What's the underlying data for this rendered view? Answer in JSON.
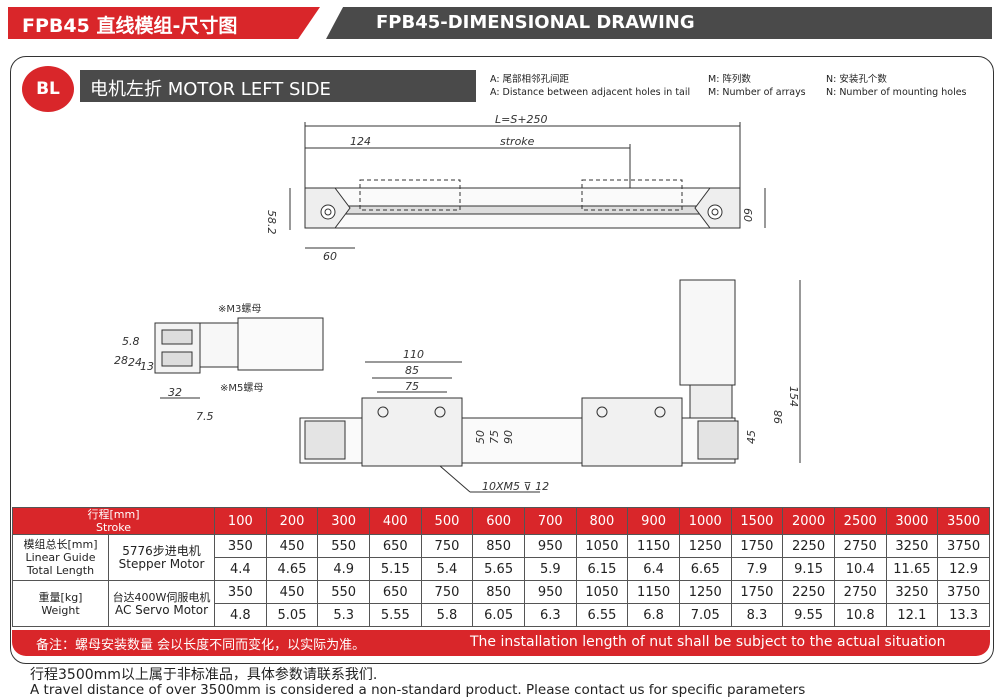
{
  "header": {
    "title_cn": "FPB45 直线模组-尺寸图",
    "title_en": "FPB45-DIMENSIONAL DRAWING"
  },
  "section": {
    "badge": "BL",
    "title": "电机左折   MOTOR LEFT SIDE"
  },
  "legend": [
    {
      "cn": "A:  尾部相邻孔间距",
      "en": "A:  Distance between adjacent holes in tail"
    },
    {
      "cn": "M:  阵列数",
      "en": "M:  Number of arrays"
    },
    {
      "cn": "N:  安装孔个数",
      "en": "N:  Number of mounting holes"
    }
  ],
  "drawing_labels": {
    "l_total": "L=S+250",
    "d124": "124",
    "stroke": "stroke",
    "h582": "58.2",
    "d60a": "60",
    "d60b": "60",
    "m3": "※M3螺母",
    "m5": "※M5螺母",
    "d58": "5.8",
    "d28": "28",
    "d24": "24",
    "d13": "13",
    "d32": "32",
    "d75": "7.5",
    "d110": "110",
    "d85": "85",
    "d75b": "75",
    "d50": "50",
    "d75c": "75",
    "d90": "90",
    "d45": "45",
    "d98": "98",
    "d154": "154",
    "holes": "10XM5 ⊽ 12"
  },
  "table": {
    "stroke_label_cn": "行程[mm]",
    "stroke_label_en": "Stroke",
    "strokes": [
      "100",
      "200",
      "300",
      "400",
      "500",
      "600",
      "700",
      "800",
      "900",
      "1000",
      "1500",
      "2000",
      "2500",
      "3000",
      "3500"
    ],
    "length_label": [
      "模组总长[mm]",
      "Linear Guide",
      "Total Length"
    ],
    "weight_label": [
      "重量[kg]",
      "Weight"
    ],
    "stepper_label": [
      "5776步进电机",
      "Stepper Motor"
    ],
    "servo_label": [
      "台达400W伺服电机",
      "AC Servo Motor"
    ],
    "stepper_length": [
      "350",
      "450",
      "550",
      "650",
      "750",
      "850",
      "950",
      "1050",
      "1150",
      "1250",
      "1750",
      "2250",
      "2750",
      "3250",
      "3750"
    ],
    "stepper_weight": [
      "4.4",
      "4.65",
      "4.9",
      "5.15",
      "5.4",
      "5.65",
      "5.9",
      "6.15",
      "6.4",
      "6.65",
      "7.9",
      "9.15",
      "10.4",
      "11.65",
      "12.9"
    ],
    "servo_length": [
      "350",
      "450",
      "550",
      "650",
      "750",
      "850",
      "950",
      "1050",
      "1150",
      "1250",
      "1750",
      "2250",
      "2750",
      "3250",
      "3750"
    ],
    "servo_weight": [
      "4.8",
      "5.05",
      "5.3",
      "5.55",
      "5.8",
      "6.05",
      "6.3",
      "6.55",
      "6.8",
      "7.05",
      "8.3",
      "9.55",
      "10.8",
      "12.1",
      "13.3"
    ]
  },
  "note": {
    "cn": "备注：螺母安装数量 会以长度不同而变化，以实际为准。",
    "en": "The installation length of nut shall be subject to the actual situation"
  },
  "footer": {
    "cn": "行程3500mm以上属于非标准品，具体参数请联系我们.",
    "en": "A travel distance of over 3500mm is considered a non-standard product. Please contact us for specific parameters"
  }
}
